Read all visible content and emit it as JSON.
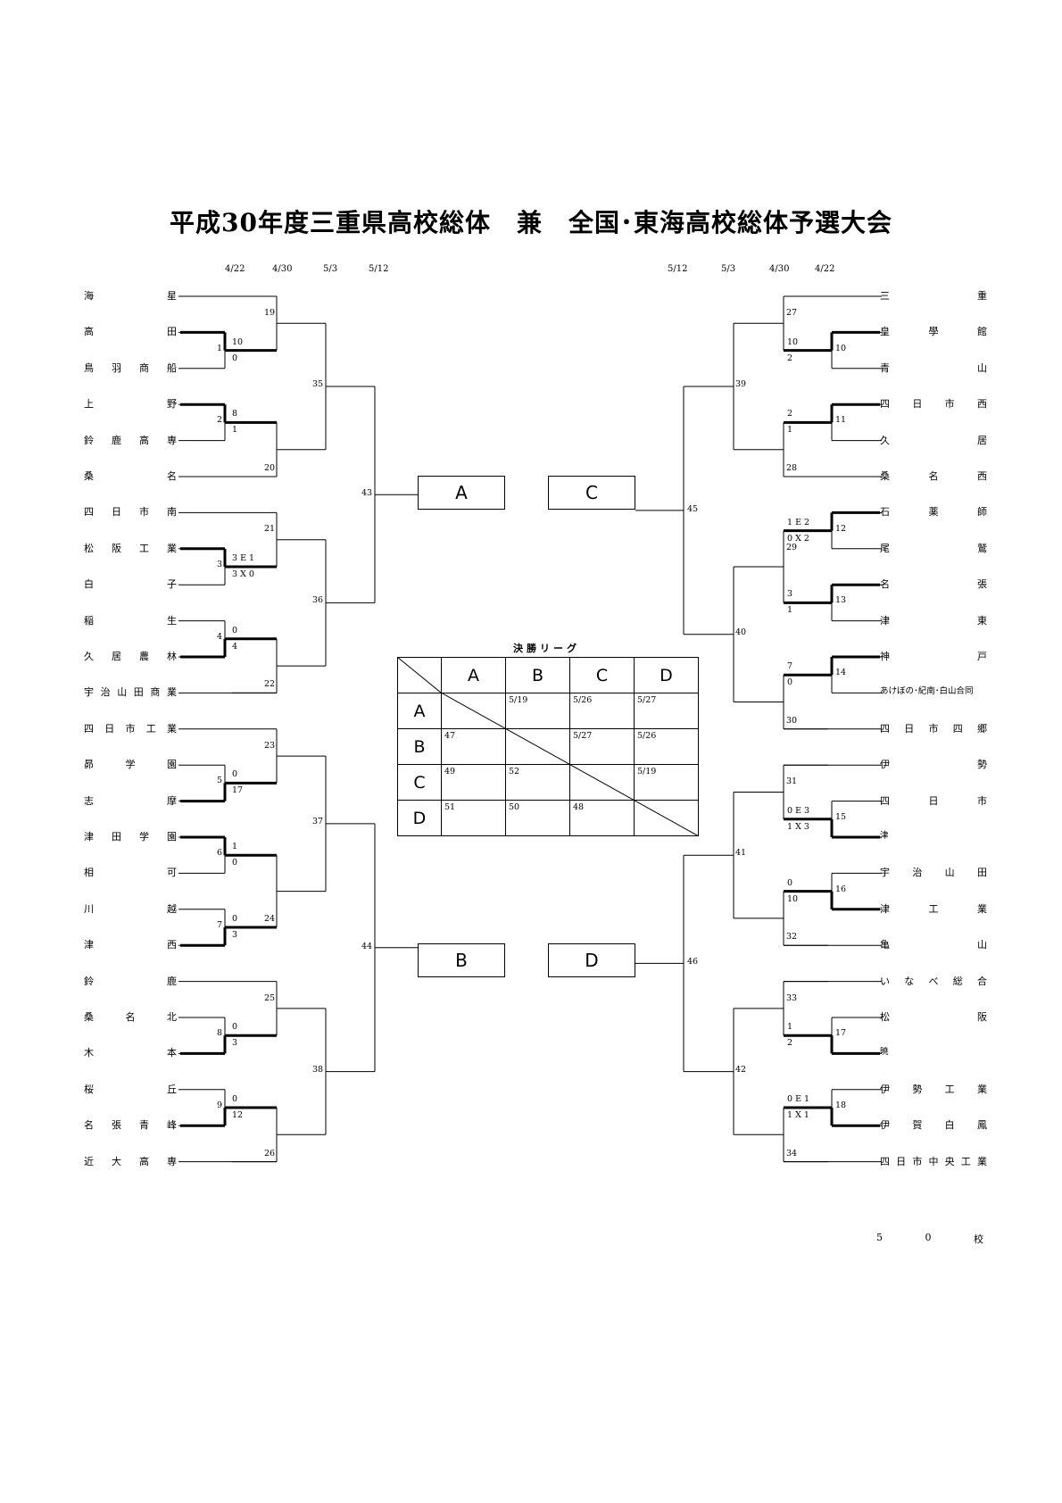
{
  "title": "平成30年度三重県高校総体　兼　全国･東海高校総体予選大会",
  "dates_left": [
    "4/22",
    "4/30",
    "5/3",
    "5/12"
  ],
  "dates_right": [
    "5/12",
    "5/3",
    "4/30",
    "4/22"
  ],
  "left_schools": [
    [
      "海",
      "星"
    ],
    [
      "高",
      "田"
    ],
    [
      "鳥",
      "羽",
      "商",
      "船"
    ],
    [
      "上",
      "野"
    ],
    [
      "鈴",
      "鹿",
      "高",
      "専"
    ],
    [
      "桑",
      "名"
    ],
    [
      "四",
      "日",
      "市",
      "南"
    ],
    [
      "松",
      "阪",
      "工",
      "業"
    ],
    [
      "白",
      "子"
    ],
    [
      "稲",
      "生"
    ],
    [
      "久",
      "居",
      "農",
      "林"
    ],
    [
      "宇",
      "治",
      "山",
      "田",
      "商",
      "業"
    ],
    [
      "四",
      "日",
      "市",
      "工",
      "業"
    ],
    [
      "昴",
      "学",
      "園"
    ],
    [
      "志",
      "摩"
    ],
    [
      "津",
      "田",
      "学",
      "園"
    ],
    [
      "相",
      "可"
    ],
    [
      "川",
      "越"
    ],
    [
      "津",
      "西"
    ],
    [
      "鈴",
      "鹿"
    ],
    [
      "桑",
      "名",
      "北"
    ],
    [
      "木",
      "本"
    ],
    [
      "桜",
      "丘"
    ],
    [
      "名",
      "張",
      "青",
      "峰"
    ],
    [
      "近",
      "大",
      "高",
      "専"
    ]
  ],
  "right_schools": [
    [
      "三",
      "重"
    ],
    [
      "皇",
      "學",
      "館"
    ],
    [
      "青",
      "山"
    ],
    [
      "四",
      "日",
      "市",
      "西"
    ],
    [
      "久",
      "居"
    ],
    [
      "桑",
      "名",
      "西"
    ],
    [
      "石",
      "薬",
      "師"
    ],
    [
      "尾",
      "鷲"
    ],
    [
      "名",
      "張"
    ],
    [
      "津",
      "東"
    ],
    [
      "神",
      "戸"
    ],
    [
      "あけぼの･紀南･白山合同"
    ],
    [
      "四",
      "日",
      "市",
      "四",
      "郷"
    ],
    [
      "伊",
      "勢"
    ],
    [
      "四",
      "日",
      "市"
    ],
    [
      "津"
    ],
    [
      "宇",
      "治",
      "山",
      "田"
    ],
    [
      "津",
      "工",
      "業"
    ],
    [
      "亀",
      "山"
    ],
    [
      "い",
      "な",
      "べ",
      "総",
      "合"
    ],
    [
      "松",
      "阪"
    ],
    [
      "暁"
    ],
    [
      "伊",
      "勢",
      "工",
      "業"
    ],
    [
      "伊",
      "賀",
      "白",
      "鳳"
    ],
    [
      "四",
      "日",
      "市",
      "中",
      "央",
      "工",
      "業"
    ]
  ],
  "left_match_numbers": [
    "1",
    "2",
    "3",
    "4",
    "5",
    "6",
    "7",
    "8",
    "9"
  ],
  "left_round2": [
    "19",
    "20",
    "21",
    "22",
    "23",
    "24",
    "25",
    "26"
  ],
  "left_round3": [
    "35",
    "36",
    "37",
    "38"
  ],
  "left_round4": [
    "43",
    "44"
  ],
  "right_match_numbers": [
    "10",
    "11",
    "12",
    "13",
    "14",
    "15",
    "16",
    "17",
    "18"
  ],
  "right_round2": [
    "27",
    "28",
    "29",
    "30",
    "31",
    "32",
    "33",
    "34"
  ],
  "right_round3": [
    "39",
    "40",
    "41",
    "42"
  ],
  "right_round4": [
    "45",
    "46"
  ],
  "left_scores": [
    [
      "10",
      "0"
    ],
    [
      "8",
      "1"
    ],
    [
      "3 E 1",
      "3 X 0"
    ],
    [
      "0",
      "4"
    ],
    [
      "0",
      "17"
    ],
    [
      "1",
      "0"
    ],
    [
      "0",
      "3"
    ],
    [
      "0",
      "3"
    ],
    [
      "0",
      "12"
    ]
  ],
  "right_scores": [
    [
      "10",
      "2"
    ],
    [
      "2",
      "1"
    ],
    [
      "1 E 2",
      "0 X 2"
    ],
    [
      "3",
      "1"
    ],
    [
      "7",
      "0"
    ],
    [
      "0 E 3",
      "1 X 3"
    ],
    [
      "0",
      "10"
    ],
    [
      "1",
      "2"
    ],
    [
      "0 E 1",
      "1 X 1"
    ]
  ],
  "blocks": [
    "A",
    "B",
    "C",
    "D"
  ],
  "league": {
    "title": "決勝リーグ",
    "headers": [
      "A",
      "B",
      "C",
      "D"
    ],
    "rows": [
      {
        "label": "A",
        "cells": [
          "",
          "5/19",
          "5/26",
          "5/27"
        ]
      },
      {
        "label": "B",
        "cells": [
          "47",
          "",
          "5/27",
          "5/26"
        ]
      },
      {
        "label": "C",
        "cells": [
          "49",
          "52",
          "",
          "5/19"
        ]
      },
      {
        "label": "D",
        "cells": [
          "51",
          "50",
          "48",
          ""
        ]
      }
    ]
  },
  "footer": [
    "5",
    "0",
    "校"
  ]
}
